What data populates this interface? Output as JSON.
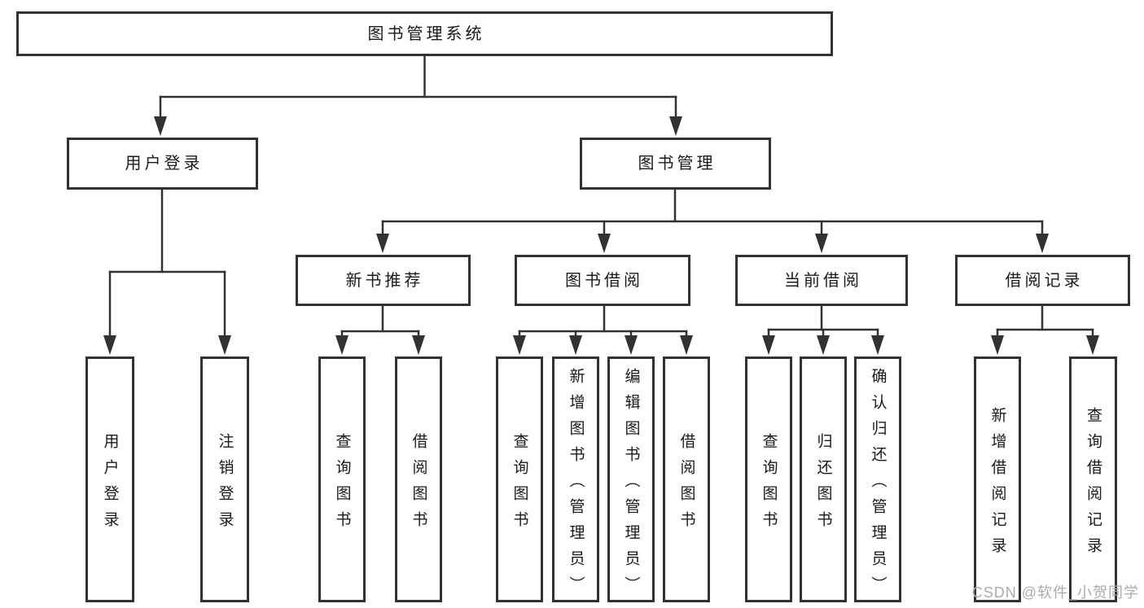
{
  "diagram_title": "图书管理系统",
  "tree": {
    "label": "图书管理系统",
    "children": [
      {
        "label": "用户登录",
        "children": [
          {
            "label": "用户登录"
          },
          {
            "label": "注销登录"
          }
        ]
      },
      {
        "label": "图书管理",
        "children": [
          {
            "label": "新书推荐",
            "children": [
              {
                "label": "查询图书"
              },
              {
                "label": "借阅图书"
              }
            ]
          },
          {
            "label": "图书借阅",
            "children": [
              {
                "label": "查询图书"
              },
              {
                "label": "新增图书（管理员）"
              },
              {
                "label": "编辑图书（管理员）"
              },
              {
                "label": "借阅图书"
              }
            ]
          },
          {
            "label": "当前借阅",
            "children": [
              {
                "label": "查询图书"
              },
              {
                "label": "归还图书"
              },
              {
                "label": "确认归还（管理员）"
              }
            ]
          },
          {
            "label": "借阅记录",
            "children": [
              {
                "label": "新增借阅记录"
              },
              {
                "label": "查询借阅记录"
              }
            ]
          }
        ]
      }
    ]
  },
  "watermark": "CSDN @软件_小贺同学",
  "colors": {
    "line": "#323232",
    "box_border": "#323232",
    "text": "#1a1a1a",
    "background": "#ffffff",
    "watermark": "#ababab"
  }
}
